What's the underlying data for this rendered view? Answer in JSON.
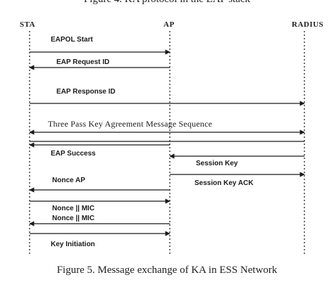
{
  "captions": {
    "top": "Figure 4. KA protocol in the EAP stack",
    "bottom": "Figure 5. Message exchange of KA in ESS Network"
  },
  "entities": {
    "sta": "STA",
    "ap": "AP",
    "radius": "RADIUS"
  },
  "messages": [
    {
      "id": "eapol-start",
      "label": "EAPOL Start",
      "from": "sta",
      "to": "ap"
    },
    {
      "id": "eap-request-id",
      "label": "EAP Request ID",
      "from": "ap",
      "to": "sta"
    },
    {
      "id": "eap-response-id",
      "label": "EAP Response ID",
      "from": "sta",
      "to": "radius"
    },
    {
      "id": "three-pass",
      "label": "Three Pass Key Agreement Message Sequence",
      "from": "sta",
      "to": "radius",
      "bidirectional": true
    },
    {
      "id": "eap-success",
      "label": "EAP Success",
      "from": "ap",
      "to": "sta"
    },
    {
      "id": "session-key",
      "label": "Session Key",
      "from": "radius",
      "to": "ap"
    },
    {
      "id": "session-key-ack",
      "label": "Session Key ACK",
      "from": "ap",
      "to": "radius"
    },
    {
      "id": "nonce-ap",
      "label": "Nonce AP",
      "from": "ap",
      "to": "sta"
    },
    {
      "id": "nonce-mic-1",
      "label": "Nonce || MIC",
      "from": "sta",
      "to": "ap"
    },
    {
      "id": "nonce-mic-2",
      "label": "Nonce || MIC",
      "from": "ap",
      "to": "sta"
    },
    {
      "id": "key-initiation",
      "label": "Key Initiation",
      "from": "sta",
      "to": "ap"
    }
  ]
}
